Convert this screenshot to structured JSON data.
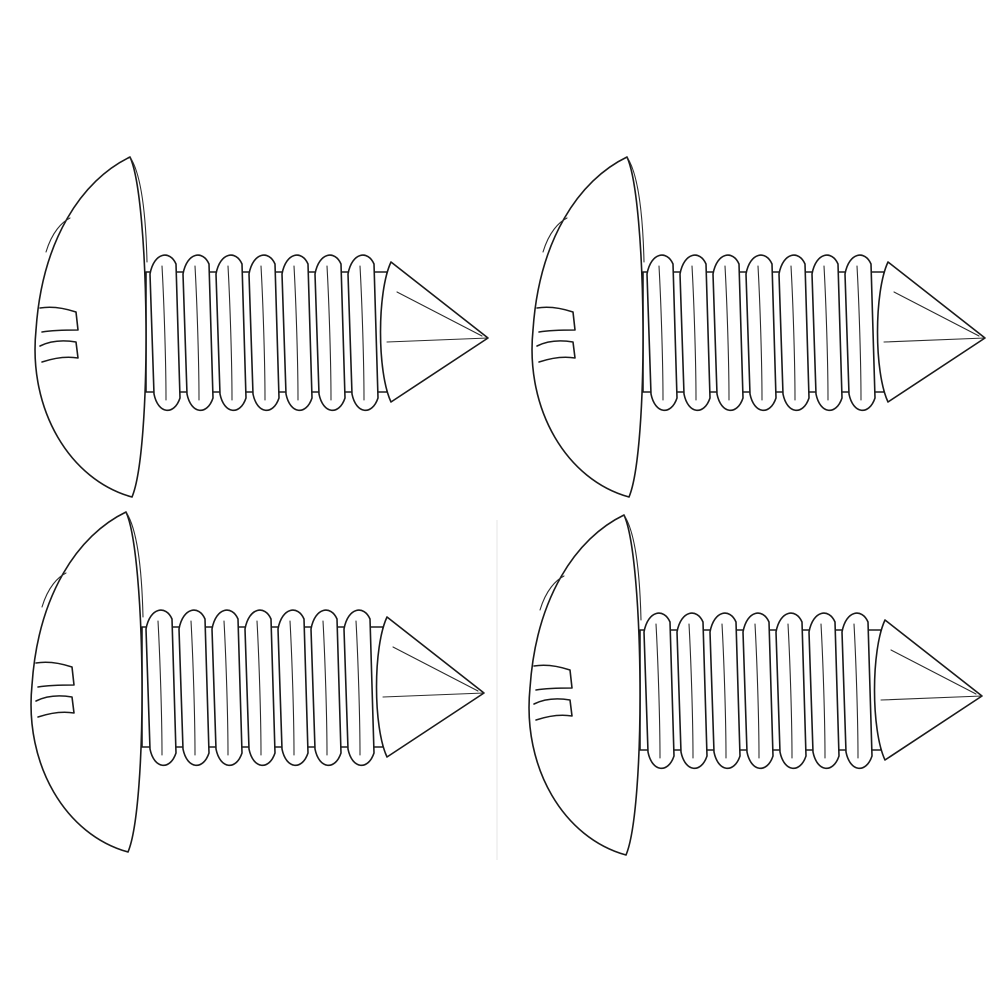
{
  "illustration": {
    "colors": {
      "background": "#ffffff",
      "line": "#1a1a1a"
    },
    "items": [
      {
        "icon": "round-head-slotted-screw-icon",
        "thread_ridges": 7
      },
      {
        "icon": "round-head-slotted-screw-icon",
        "thread_ridges": 7
      },
      {
        "icon": "round-head-slotted-screw-icon",
        "thread_ridges": 7
      },
      {
        "icon": "round-head-slotted-screw-icon",
        "thread_ridges": 7
      }
    ]
  }
}
